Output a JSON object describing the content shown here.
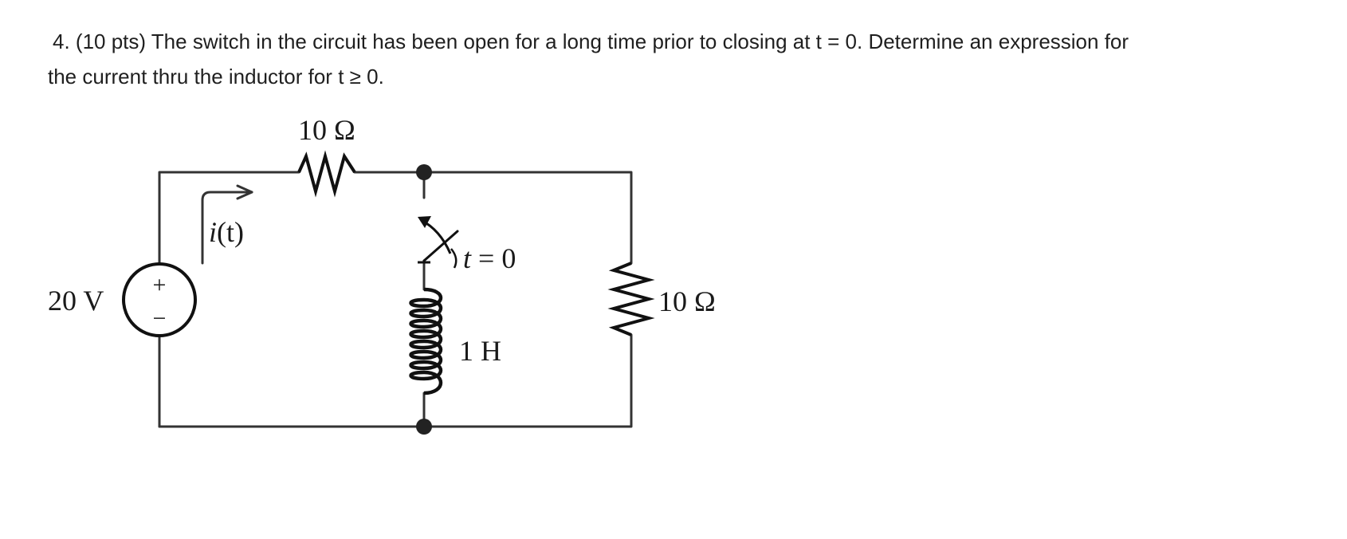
{
  "problem": {
    "line1": "4.  (10 pts) The switch in the circuit has been open for a long time prior to closing at t = 0.  Determine an expression for",
    "line2": "the current thru the inductor for t ≥ 0."
  },
  "circuit": {
    "source": {
      "label": "20 V",
      "plus": "+",
      "minus": "−"
    },
    "top_resistor": {
      "label": "10 Ω"
    },
    "right_resistor": {
      "label": "10 Ω"
    },
    "inductor": {
      "label": "1 H"
    },
    "switch": {
      "label_t": "t",
      "label_eq": " = 0"
    },
    "current": {
      "label_i": "i",
      "label_t": "(t)"
    }
  }
}
